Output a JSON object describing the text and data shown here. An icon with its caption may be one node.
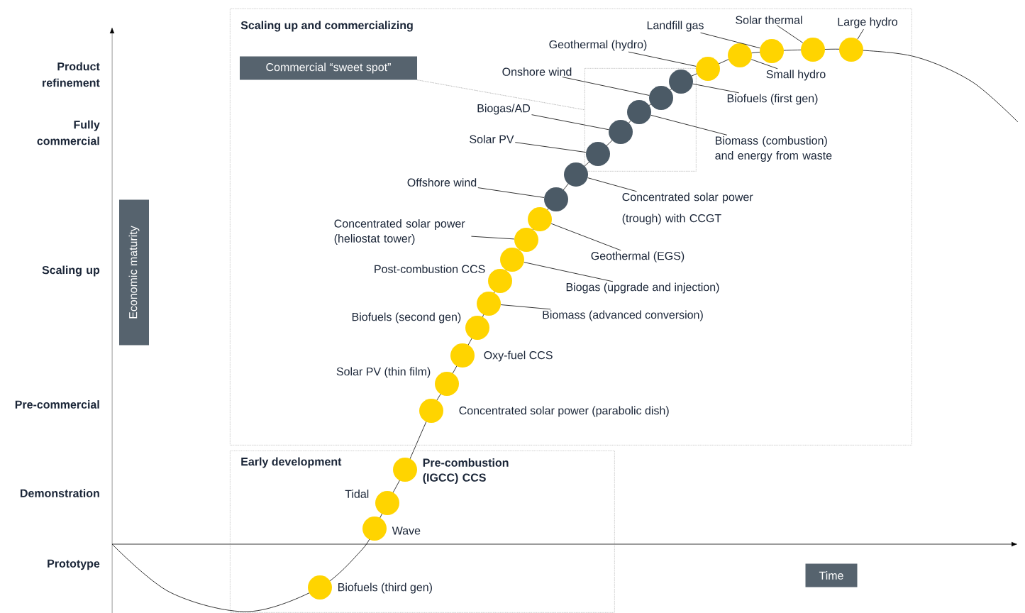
{
  "diagram": {
    "nodes": [
      {
        "text": [
          "Scaling up and commercializing"
        ]
      },
      {
        "text": [
          "Early development"
        ]
      },
      {
        "text": [
          "Commercial “sweet spot”"
        ],
        "in": 0
      },
      {
        "text": [],
        "shape": "box",
        "in": 0
      },
      {
        "text": [
          "Economic maturity"
        ]
      },
      {
        "text": [
          "Time"
        ]
      },
      {
        "text": [
          "Landfill gas"
        ],
        "in": 0
      },
      {
        "text": [
          "Solar thermal"
        ],
        "in": 0
      },
      {
        "text": [
          "Large hydro"
        ],
        "in": 0
      },
      {
        "text": [
          "Geothermal (hydro)"
        ],
        "in": 0
      },
      {
        "text": [],
        "shape": "circle",
        "in": 0
      },
      {
        "text": [],
        "shape": "circle",
        "in": 0
      },
      {
        "text": [],
        "shape": "circle",
        "in": 0
      },
      {
        "text": [],
        "shape": "circle",
        "in": 0
      },
      {
        "text": [],
        "shape": "circle",
        "in": 0
      },
      {
        "text": [
          "Small hydro"
        ],
        "in": 0
      },
      {
        "text": [
          "Onshore wind"
        ],
        "in": 0
      },
      {
        "text": [],
        "shape": "circle",
        "in": 3
      },
      {
        "text": [],
        "shape": "circle",
        "in": 3
      },
      {
        "text": [
          "Biofuels (first gen)"
        ],
        "in": 0
      },
      {
        "text": [
          "Biogas/AD"
        ],
        "in": 0
      },
      {
        "text": [],
        "shape": "circle",
        "in": 3
      },
      {
        "text": [],
        "shape": "circle",
        "in": 3
      },
      {
        "text": [
          "Biomass (combustion) and energy from waste"
        ],
        "in": 0
      },
      {
        "text": [
          "Solar PV"
        ],
        "in": 0
      },
      {
        "text": [],
        "shape": "circle",
        "in": 3
      },
      {
        "text": [],
        "shape": "circle",
        "in": 0
      },
      {
        "text": [
          "Offshore wind"
        ],
        "in": 0
      },
      {
        "text": [],
        "shape": "circle",
        "in": 0
      },
      {
        "text": [
          "Concentrated solar power (trough) with CCGT"
        ],
        "in": 0
      },
      {
        "text": [],
        "shape": "circle",
        "in": 0
      },
      {
        "text": [
          "Concentrated solar power (heliostat tower)"
        ],
        "in": 0
      },
      {
        "text": [],
        "shape": "circle",
        "in": 0
      },
      {
        "text": [
          "Geothermal (EGS)"
        ],
        "in": 0
      },
      {
        "text": [],
        "shape": "circle",
        "in": 0
      },
      {
        "text": [
          "Biogas (upgrade and injection)"
        ],
        "in": 0
      },
      {
        "text": [],
        "shape": "circle",
        "in": 0,
        "beside": [
          "Post-combustion CCS"
        ]
      },
      {
        "text": [],
        "shape": "circle",
        "in": 0
      },
      {
        "text": [
          "Biomass (advanced conversion)"
        ],
        "in": 0
      },
      {
        "text": [],
        "shape": "circle",
        "in": 0,
        "beside": [
          "Biofuels (second gen)"
        ]
      },
      {
        "text": [],
        "shape": "circle",
        "in": 0,
        "beside": [
          "Oxy-fuel CCS"
        ]
      },
      {
        "text": [],
        "shape": "circle",
        "in": 0,
        "beside": [
          "Solar PV (thin film)"
        ]
      },
      {
        "text": [],
        "shape": "circle",
        "in": 0,
        "beside": [
          "Concentrated solar power (parabolic dish)"
        ]
      },
      {
        "text": [],
        "shape": "circle",
        "in": 1,
        "beside": [
          "Pre-combustion (IGCC) CCS"
        ]
      },
      {
        "text": [],
        "shape": "circle",
        "in": 1,
        "beside": [
          "Tidal"
        ]
      },
      {
        "text": [],
        "shape": "circle",
        "in": 1,
        "beside": [
          "Wave"
        ]
      },
      {
        "text": [],
        "shape": "circle",
        "in": 1,
        "beside": [
          "Biofuels (third gen)"
        ]
      }
    ],
    "edges": [
      {
        "from": 2,
        "to": 3,
        "arrow": "none",
        "style": "dashed",
        "color": "#8c8c8c"
      },
      {
        "from": 6,
        "to": 12,
        "arrow": "none"
      },
      {
        "from": 7,
        "to": 13,
        "arrow": "none"
      },
      {
        "from": 8,
        "to": 14,
        "arrow": "none"
      },
      {
        "from": 9,
        "to": 10,
        "arrow": "none"
      },
      {
        "from": 15,
        "to": 11,
        "arrow": "none"
      },
      {
        "from": 16,
        "to": 18,
        "arrow": "none"
      },
      {
        "from": 19,
        "to": 17,
        "arrow": "none"
      },
      {
        "from": 20,
        "to": 22,
        "arrow": "none"
      },
      {
        "from": 23,
        "to": 21,
        "arrow": "none"
      },
      {
        "from": 24,
        "to": 25,
        "arrow": "none"
      },
      {
        "from": 27,
        "to": 28,
        "arrow": "none"
      },
      {
        "from": 29,
        "to": 26,
        "arrow": "none"
      },
      {
        "from": 31,
        "to": 32,
        "arrow": "none"
      },
      {
        "from": 33,
        "to": 30,
        "arrow": "none"
      },
      {
        "from": 35,
        "to": 34,
        "arrow": "none"
      },
      {
        "from": 38,
        "to": 37,
        "arrow": "none"
      }
    ],
    "labels": [
      "Product refinement",
      "Fully commercial",
      "Scaling up",
      "Pre-commercial",
      "Demonstration",
      "Prototype"
    ]
  }
}
